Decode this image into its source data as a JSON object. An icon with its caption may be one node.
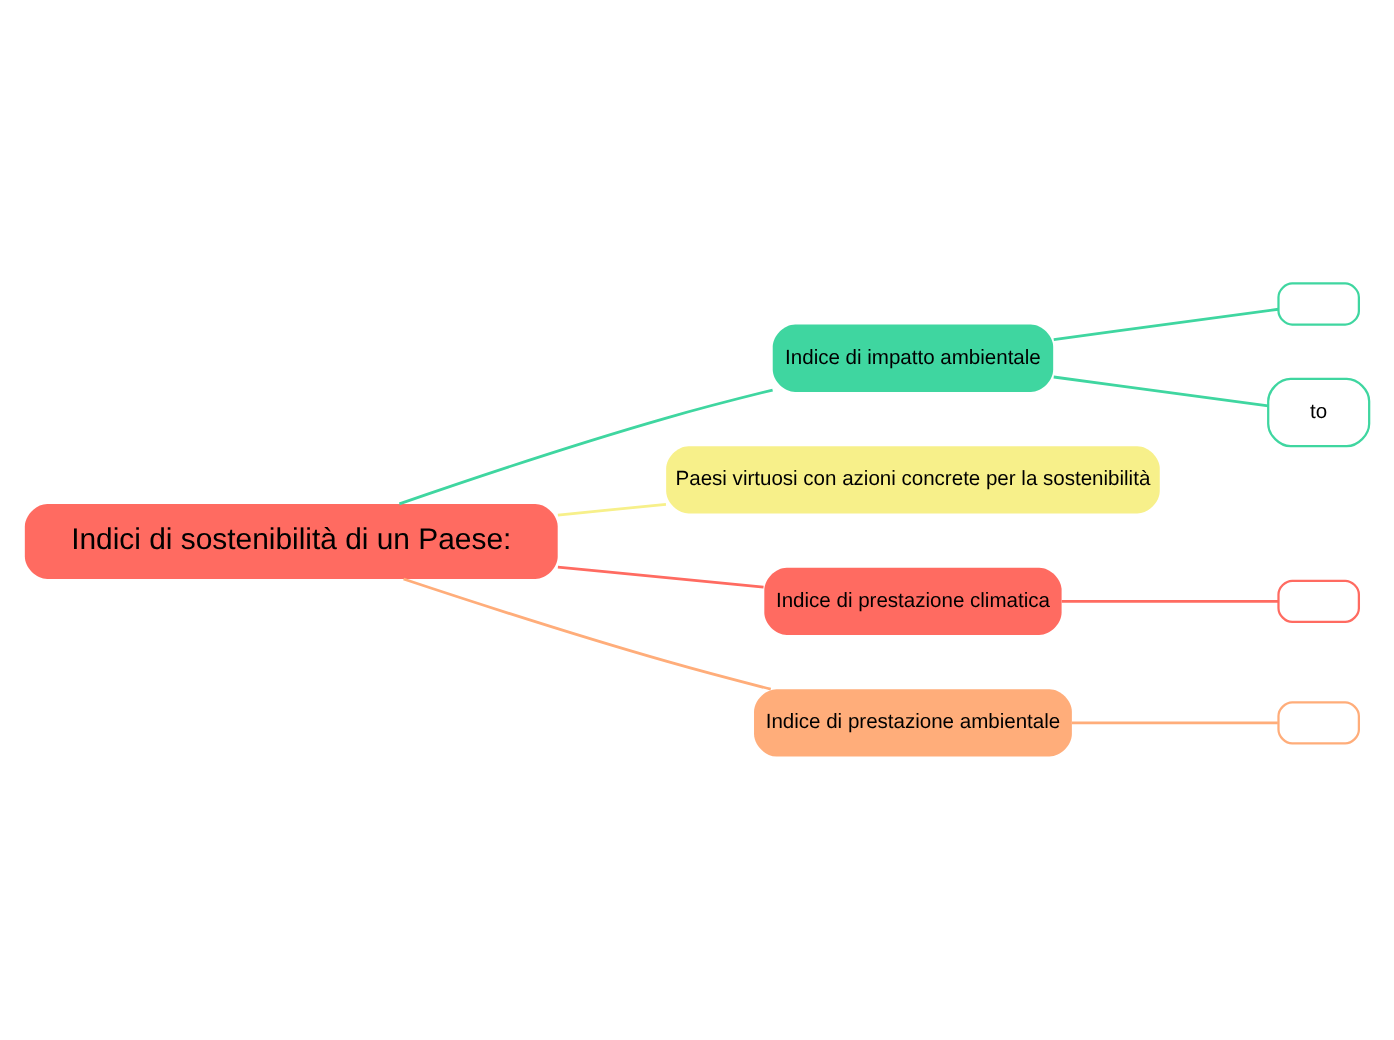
{
  "diagram": {
    "nodes": [
      {
        "text": [
          "Indici di sostenibilità di un Paese:"
        ]
      },
      {
        "text": [
          "Indice di impatto ambientale"
        ]
      },
      {
        "text": [],
        "shape": "box"
      },
      {
        "text": [
          "to"
        ]
      },
      {
        "text": [
          "Paesi virtuosi con azioni concrete per la sostenibilità"
        ]
      },
      {
        "text": [
          "Indice di prestazione climatica"
        ]
      },
      {
        "text": [],
        "shape": "box"
      },
      {
        "text": [
          "Indice di prestazione ambientale"
        ]
      },
      {
        "text": [],
        "shape": "box"
      }
    ],
    "edges": [
      {
        "from": 0,
        "to": 1,
        "arrow": "none",
        "color": "#3fd6a0"
      },
      {
        "from": 1,
        "to": 2,
        "arrow": "none",
        "color": "#3fd6a0"
      },
      {
        "from": 1,
        "to": 3,
        "arrow": "none",
        "color": "#3fd6a0"
      },
      {
        "from": 0,
        "to": 4,
        "arrow": "none",
        "color": "#f7f08a"
      },
      {
        "from": 0,
        "to": 5,
        "arrow": "none",
        "color": "#ff6b61"
      },
      {
        "from": 5,
        "to": 6,
        "arrow": "none",
        "color": "#ff6b61"
      },
      {
        "from": 0,
        "to": 7,
        "arrow": "none",
        "color": "#ffad7a"
      },
      {
        "from": 7,
        "to": 8,
        "arrow": "none",
        "color": "#ffad7a"
      }
    ]
  }
}
